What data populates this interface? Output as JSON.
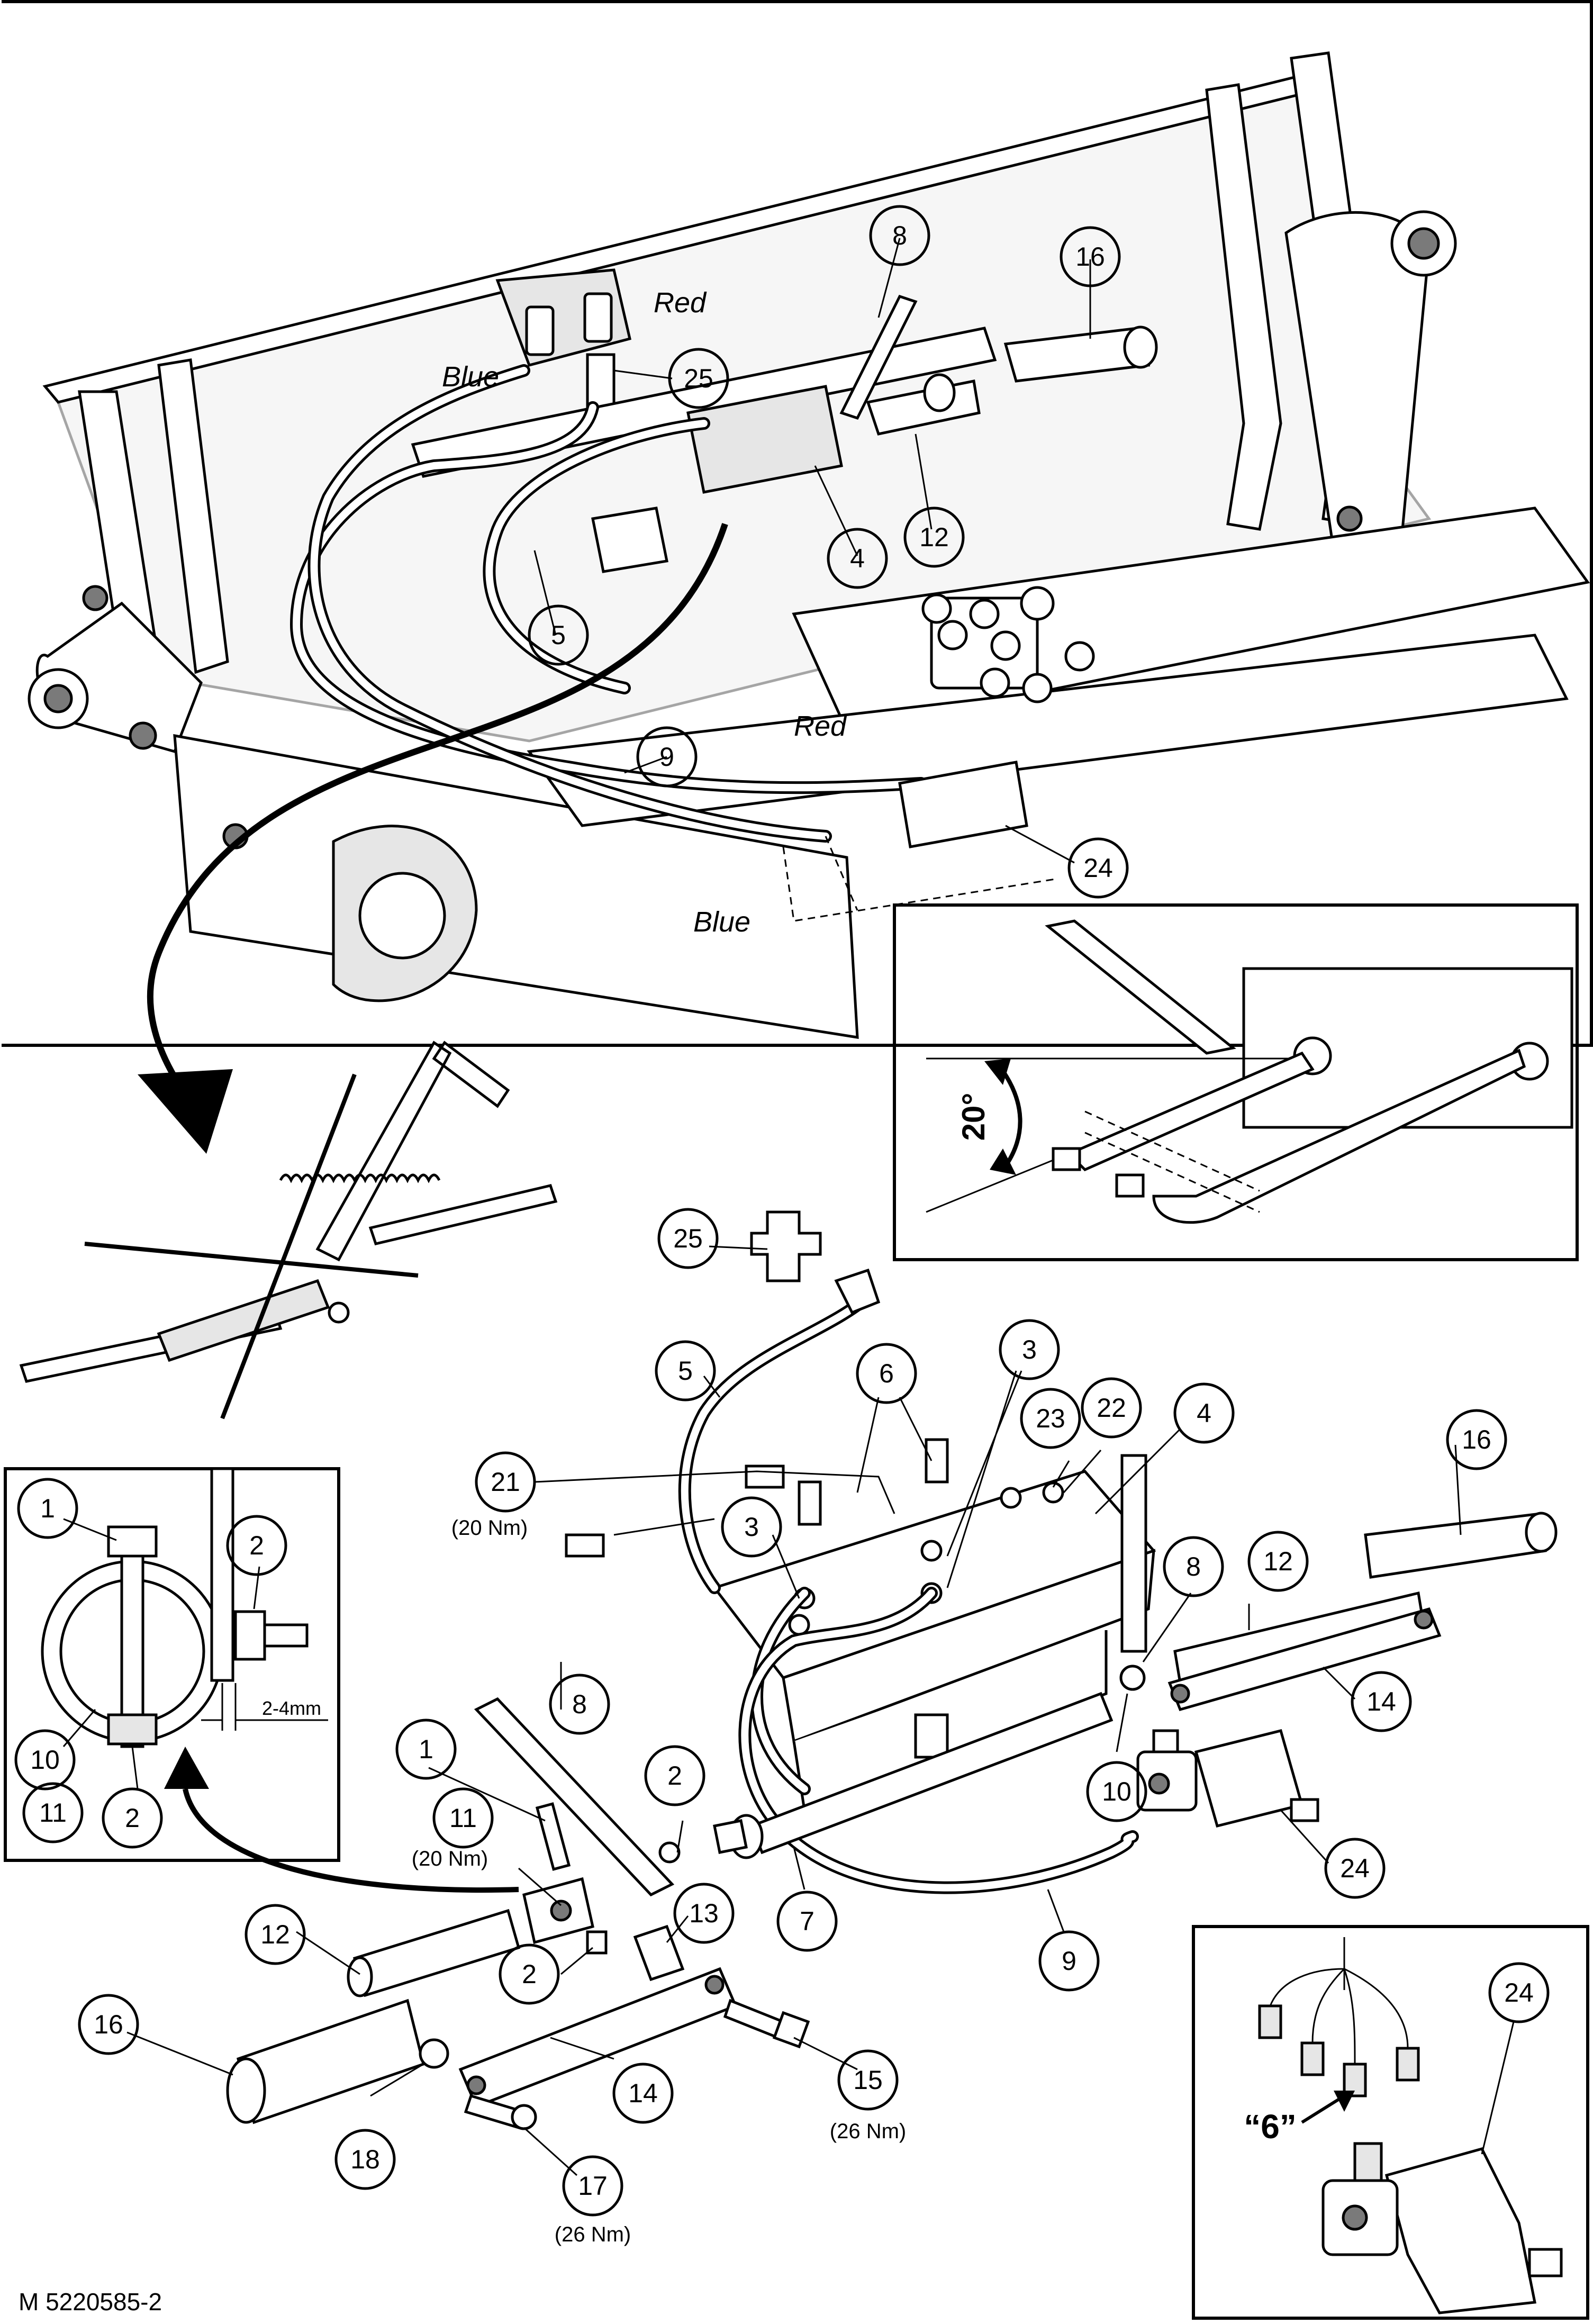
{
  "callouts": {
    "c8_top": "8",
    "c16_top": "16",
    "c25_top": "25",
    "c4_top": "4",
    "c12_top": "12",
    "c5_top": "5",
    "c9_top": "9",
    "c24_top": "24",
    "c25": "25",
    "c5": "5",
    "c6": "6",
    "c3a": "3",
    "c3b": "3",
    "c23": "23",
    "c22": "22",
    "c4": "4",
    "c16": "16",
    "c21": "21",
    "c8a": "8",
    "c12": "12",
    "c14": "14",
    "c10": "10",
    "c8b": "8",
    "c1": "1",
    "c2a": "2",
    "c11": "11",
    "c24": "24",
    "c7": "7",
    "c9": "9",
    "c12b": "12",
    "c2b": "2",
    "c13": "13",
    "c16b": "16",
    "c15": "15",
    "c14b": "14",
    "c18": "18",
    "c17": "17",
    "d1": "1",
    "d2a": "2",
    "d10": "10",
    "d11": "11",
    "d2b": "2",
    "e24": "24"
  },
  "torques": {
    "t21": "(20 Nm)",
    "t11": "(20 Nm)",
    "t15": "(26 Nm)",
    "t17": "(26 Nm)"
  },
  "hose_labels": {
    "red_upper": "Red",
    "blue_upper": "Blue",
    "red_lower": "Red",
    "blue_lower": "Blue"
  },
  "angle_label": "20°",
  "gap_label": "2-4mm",
  "connector_label": "“6”",
  "figure_code": "M 5220585-2"
}
